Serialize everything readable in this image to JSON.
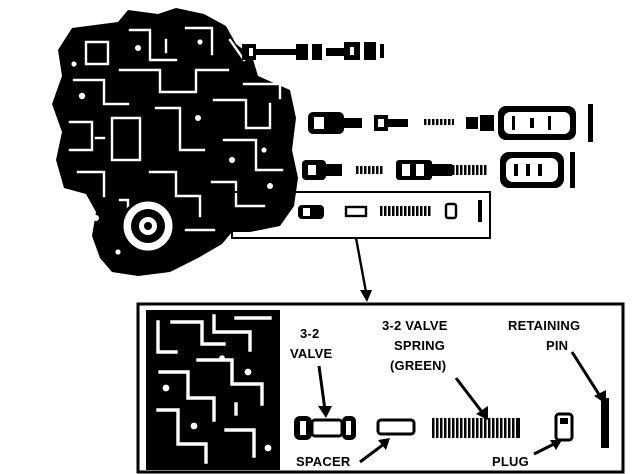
{
  "callouts": {
    "valve_32": [
      "3-2",
      "VALVE"
    ],
    "spring_32": [
      "3-2 VALVE",
      "SPRING",
      "(GREEN)"
    ],
    "retaining_pin": [
      "RETAINING",
      "PIN"
    ],
    "spacer": "SPACER",
    "plug": "PLUG"
  },
  "colors": {
    "ink": "#000000",
    "paper": "#ffffff"
  }
}
